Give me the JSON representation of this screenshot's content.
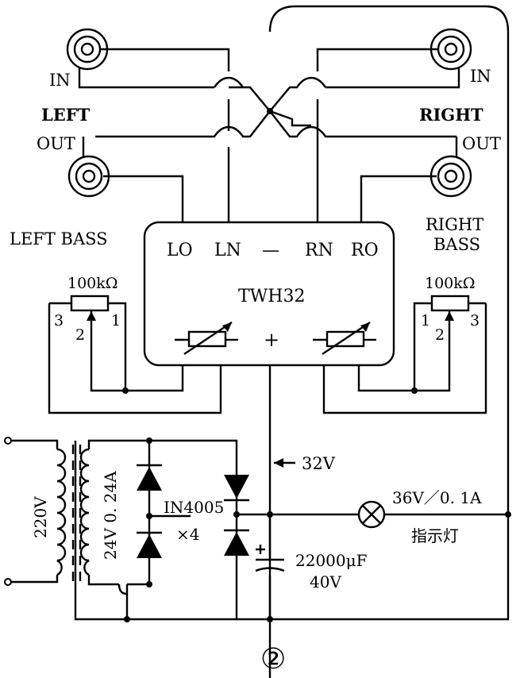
{
  "schematic": {
    "left_in": "IN",
    "right_in": "IN",
    "left": "LEFT",
    "right": "RIGHT",
    "left_out": "OUT",
    "right_out": "OUT",
    "left_bass": "LEFT BASS",
    "right_bass_line1": "RIGHT",
    "right_bass_line2": "BASS",
    "chip": {
      "name": "TWH32",
      "pin_lo": "LO",
      "pin_ln": "LN",
      "pin_minus": "—",
      "pin_rn": "RN",
      "pin_ro": "RO",
      "plus": "+"
    },
    "pot_left": {
      "value": "100kΩ",
      "pin3": "3",
      "pin2": "2",
      "pin1": "1"
    },
    "pot_right": {
      "value": "100kΩ",
      "pin1": "1",
      "pin2": "2",
      "pin3": "3"
    },
    "mains": "220V",
    "secondary": "24V 0. 24A",
    "diodes_line1": "IN4005",
    "diodes_line2": "×4",
    "supply_voltage": "32V",
    "capacitor_line1": "22000μF",
    "capacitor_line2": "40V",
    "lamp_rating": "36V／0. 1A",
    "lamp_label": "指示灯",
    "figure_number": "②"
  }
}
